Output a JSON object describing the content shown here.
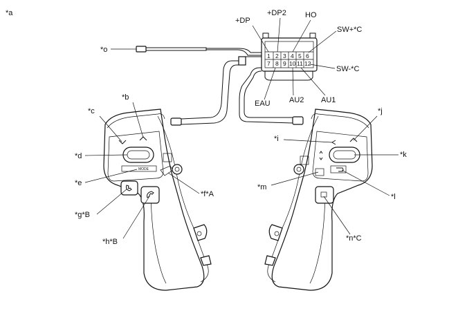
{
  "figure_label": "*a",
  "connector": {
    "pins_top": [
      "1",
      "2",
      "3",
      "4",
      "5",
      "6"
    ],
    "pins_bottom": [
      "7",
      "8",
      "9",
      "10",
      "11",
      "12"
    ],
    "terminals": {
      "dp": "+DP",
      "dp2": "+DP2",
      "ho": "HO",
      "swplus": "SW+*C",
      "swminus": "SW-*C",
      "eau": "EAU",
      "au2": "AU2",
      "au1": "AU1"
    }
  },
  "callouts": {
    "o": "*o",
    "b": "*b",
    "c": "*c",
    "d": "*d",
    "e": "*e",
    "f": "*f*A",
    "g": "*g*B",
    "h": "*h*B",
    "i": "*i",
    "j": "*j",
    "k": "*k",
    "l": "*l",
    "m": "*m",
    "n": "*n*C"
  },
  "switch_text": {
    "mode": "MODE"
  }
}
